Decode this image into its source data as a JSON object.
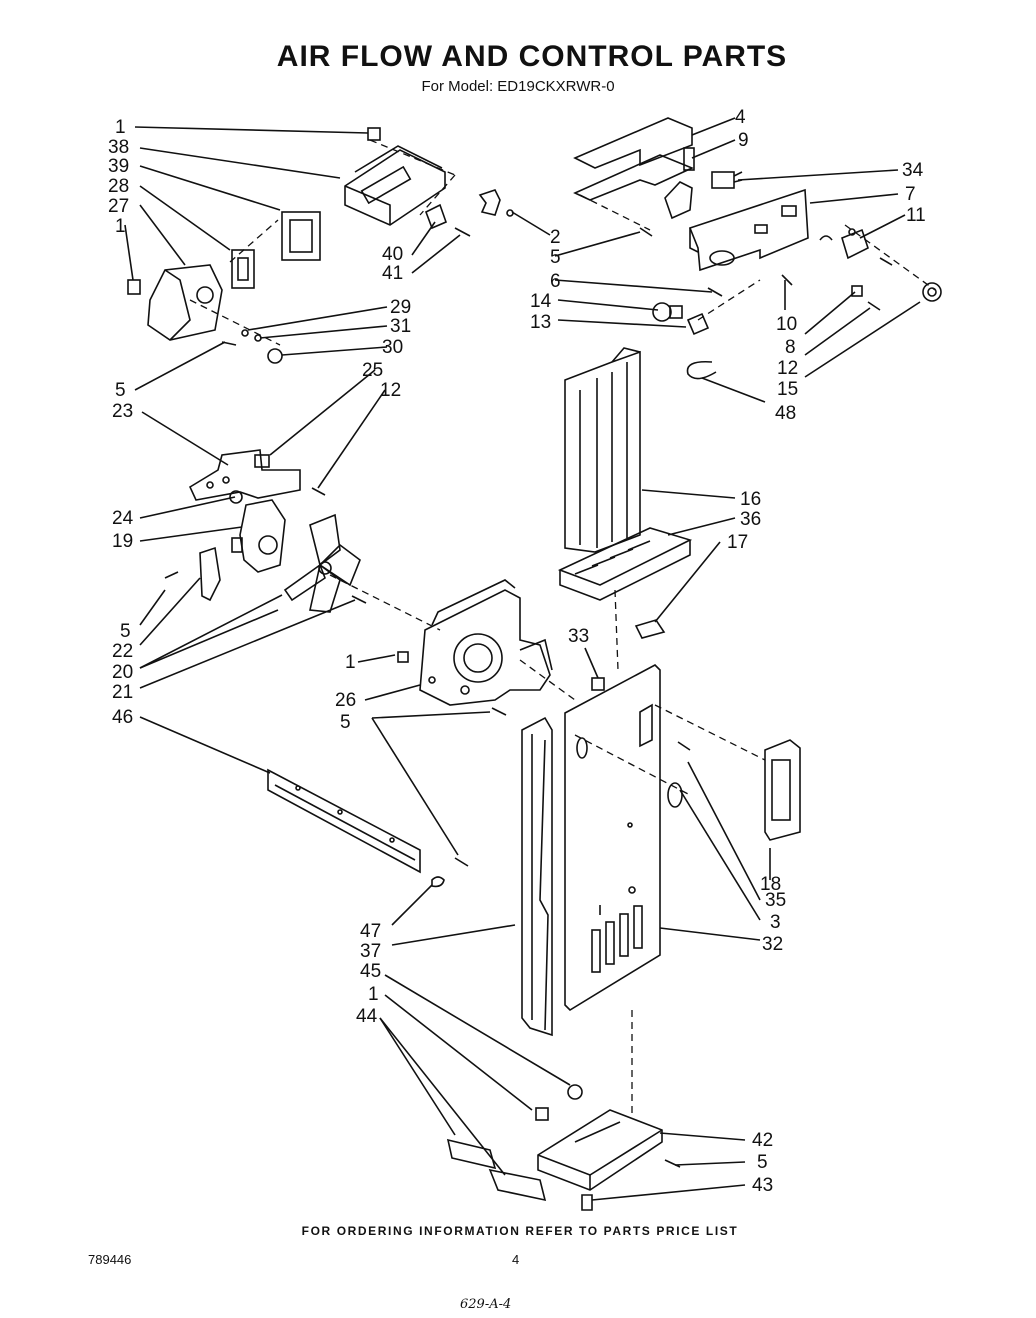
{
  "header": {
    "title": "AIR FLOW AND CONTROL PARTS",
    "subtitle": "For Model: ED19CKXRWR-0"
  },
  "callouts": {
    "left": [
      "1",
      "38",
      "39",
      "28",
      "27",
      "1",
      "40",
      "41",
      "29",
      "31",
      "30",
      "5",
      "25",
      "12",
      "23",
      "24",
      "19",
      "5",
      "22",
      "20",
      "21",
      "1",
      "26",
      "5",
      "46",
      "33",
      "47",
      "37",
      "45",
      "1",
      "44"
    ],
    "right": [
      "4",
      "9",
      "34",
      "7",
      "11",
      "2",
      "5",
      "6",
      "14",
      "13",
      "10",
      "8",
      "12",
      "15",
      "48",
      "16",
      "36",
      "17",
      "18",
      "35",
      "3",
      "32",
      "42",
      "5",
      "43"
    ]
  },
  "footer": {
    "notice": "FOR ORDERING INFORMATION REFER TO PARTS PRICE LIST",
    "doc_number": "789446",
    "page_number": "4",
    "handwritten_code": "629-A-4"
  }
}
